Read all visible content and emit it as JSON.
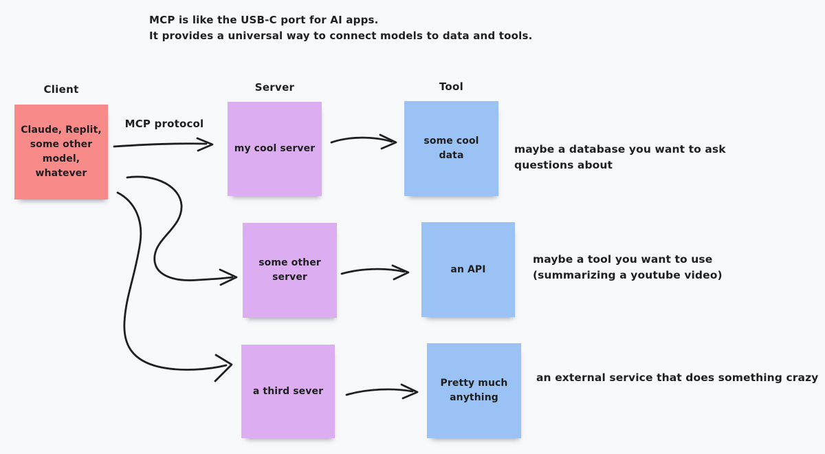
{
  "canvas": {
    "title_line1": "MCP is like the USB-C port for AI apps.",
    "title_line2": "It provides a universal way to connect models to data and tools.",
    "colors": {
      "background": "#f8f9fb",
      "ink": "#1f1f1f",
      "client_note": "#f98a8a",
      "server_note": "#dcaef1",
      "tool_note": "#9ac2f5"
    }
  },
  "column_labels": {
    "client": "Client",
    "server": "Server",
    "tool": "Tool"
  },
  "client": {
    "text": "Claude, Replit,\nsome other\nmodel,\nwhatever"
  },
  "mcp_arrow_label": "MCP protocol",
  "rows": [
    {
      "server_text": "my cool server",
      "tool_text": "some cool\ndata",
      "annotation": "maybe a database you want to ask\nquestions about"
    },
    {
      "server_text": "some other\nserver",
      "tool_text": "an API",
      "annotation": "maybe a tool you want to use\n(summarizing a youtube video)"
    },
    {
      "server_text": "a third sever",
      "tool_text": "Pretty much\nanything",
      "annotation": "an external service that does something crazy"
    }
  ]
}
